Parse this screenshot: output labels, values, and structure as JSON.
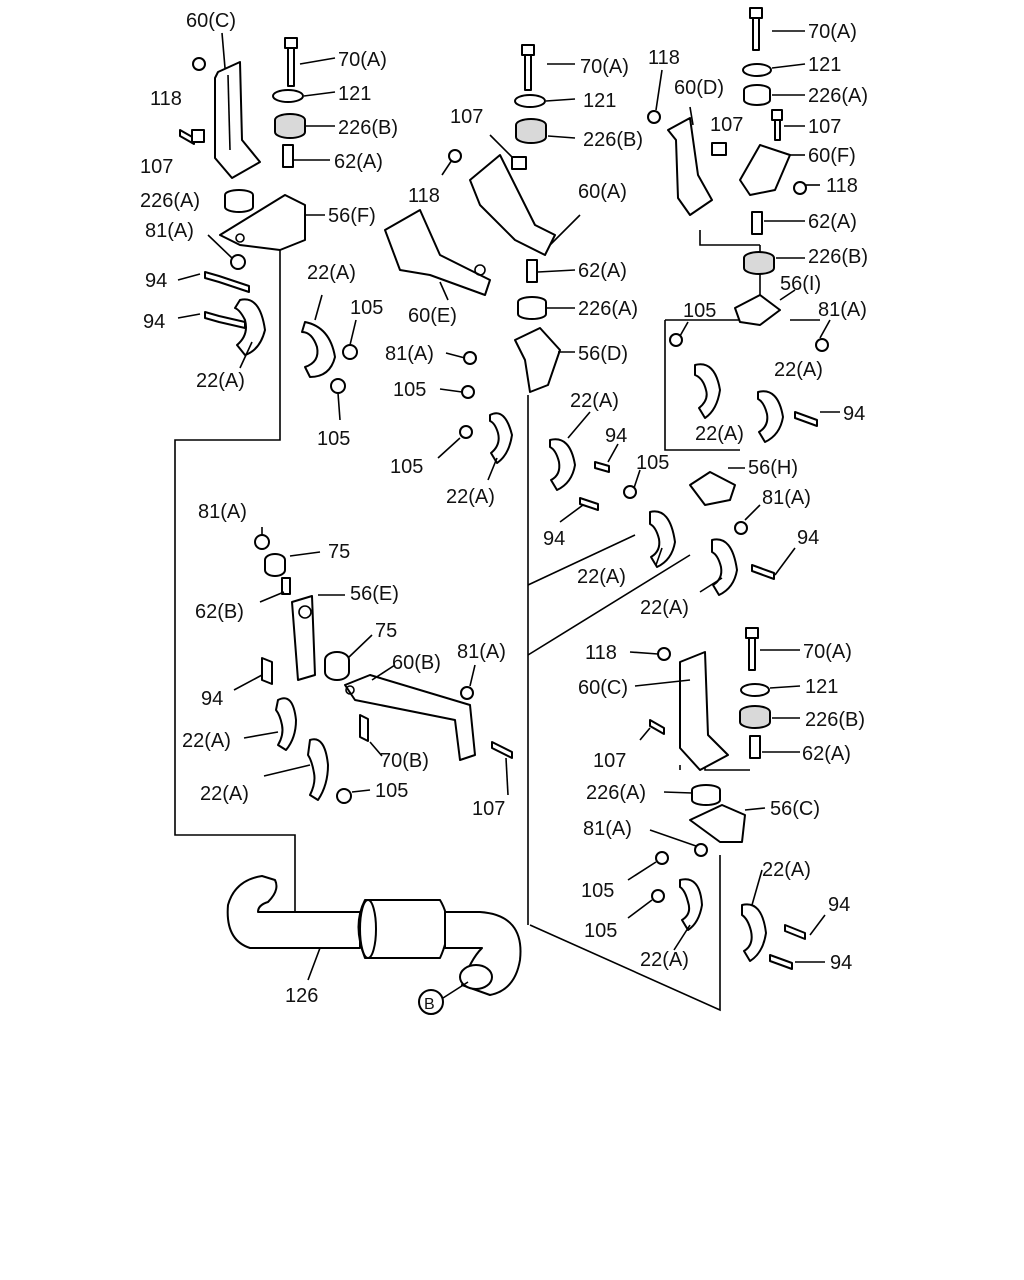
{
  "diagram": {
    "labels": {
      "l60c_top": "60(C)",
      "l118_top": "118",
      "l107_topleft": "107",
      "l70a_1": "70(A)",
      "l121_1": "121",
      "l226b_1": "226(B)",
      "l62a_1": "62(A)",
      "l226a_1": "226(A)",
      "l56f": "56(F)",
      "l81a_1": "81(A)",
      "l94_1": "94",
      "l94_2": "94",
      "l22a_1": "22(A)",
      "l22a_2": "22(A)",
      "l105_1": "105",
      "l105_2": "105",
      "l70a_2": "70(A)",
      "l118_2": "118",
      "l121_2": "121",
      "l107_2": "107",
      "l226b_2": "226(B)",
      "l118_3": "118",
      "l60a": "60(A)",
      "l62a_2": "62(A)",
      "l226a_2": "226(A)",
      "l60e": "60(E)",
      "l81a_2": "81(A)",
      "l56d": "56(D)",
      "l105_3": "105",
      "l105_4": "105",
      "l22a_3": "22(A)",
      "l22a_4": "22(A)",
      "l94_3": "94",
      "l94_4": "94",
      "l70a_3": "70(A)",
      "l121_3": "121",
      "l60d": "60(D)",
      "l226a_3": "226(A)",
      "l107_3": "107",
      "l107_4": "107",
      "l60f": "60(F)",
      "l118_4": "118",
      "l62a_3": "62(A)",
      "l226b_3": "226(B)",
      "l56i": "56(I)",
      "l105_5": "105",
      "l81a_3": "81(A)",
      "l22a_5": "22(A)",
      "l94_5": "94",
      "l22a_6": "22(A)",
      "l105_6": "105",
      "l56h": "56(H)",
      "l81a_4": "81(A)",
      "l94_6": "94",
      "l22a_7": "22(A)",
      "l22a_8": "22(A)",
      "l81a_5": "81(A)",
      "l75_1": "75",
      "l62b": "62(B)",
      "l56e": "56(E)",
      "l75_2": "75",
      "l60b": "60(B)",
      "l81a_6": "81(A)",
      "l94_7": "94",
      "l22a_9": "22(A)",
      "l22a_10": "22(A)",
      "l105_7": "105",
      "l70b": "70(B)",
      "l107_5": "107",
      "l118_5": "118",
      "l70a_4": "70(A)",
      "l60c_2": "60(C)",
      "l121_4": "121",
      "l107_6": "107",
      "l226b_4": "226(B)",
      "l62a_4": "62(A)",
      "l226a_4": "226(A)",
      "l56c": "56(C)",
      "l81a_7": "81(A)",
      "l105_8": "105",
      "l105_9": "105",
      "l22a_11": "22(A)",
      "l22a_12": "22(A)",
      "l94_8": "94",
      "l94_9": "94",
      "l126": "126",
      "lB": "B"
    }
  }
}
